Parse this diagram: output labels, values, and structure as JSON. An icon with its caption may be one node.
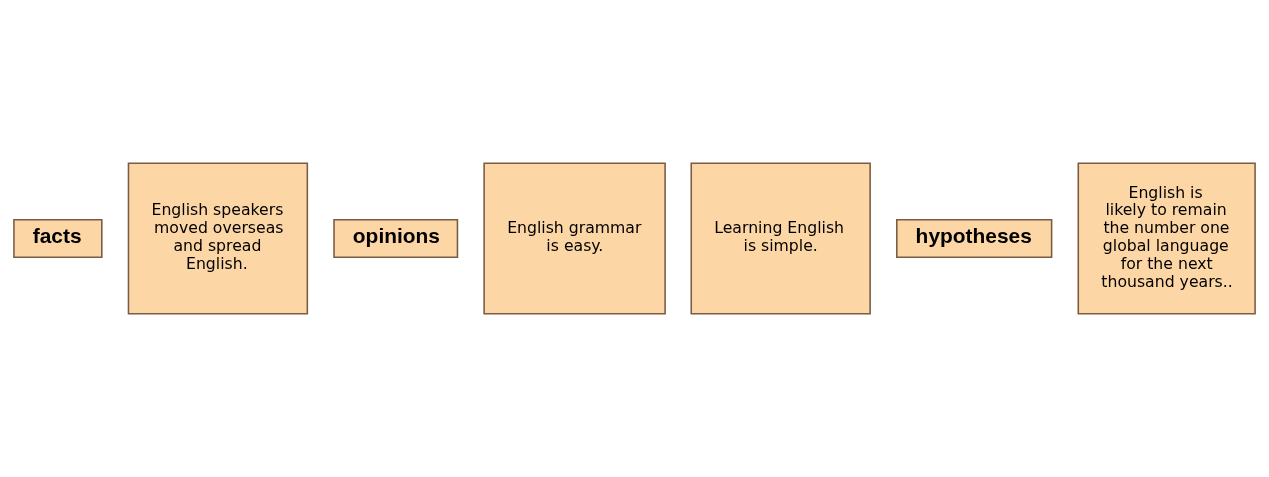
{
  "diagram": {
    "nodes": [
      {
        "text": [
          "facts"
        ]
      },
      {
        "text": [
          "English speakers moved overseas and spread English."
        ]
      },
      {
        "text": [
          "opinions"
        ]
      },
      {
        "text": [
          "English grammar is easy."
        ]
      },
      {
        "text": [
          "Learning English is simple."
        ]
      },
      {
        "text": [
          "hypotheses"
        ]
      },
      {
        "text": [
          "English is likely to remain the number one global language for the next thousand years.."
        ]
      }
    ],
    "edges": []
  }
}
